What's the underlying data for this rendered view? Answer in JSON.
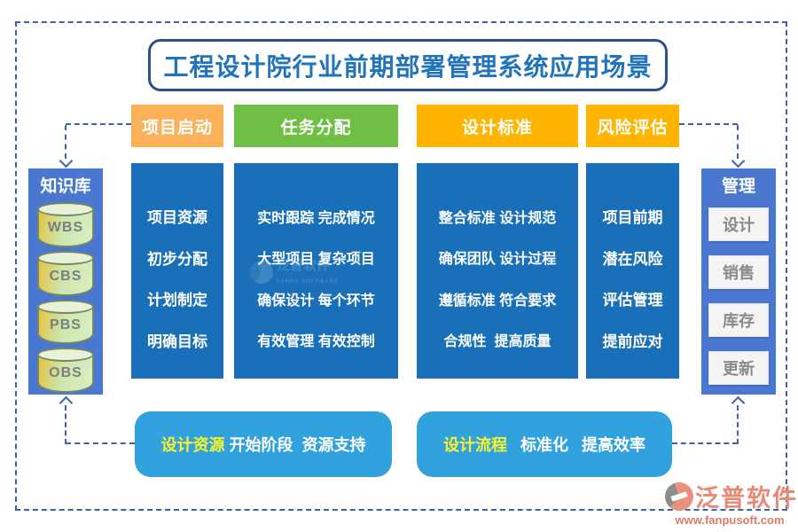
{
  "page": {
    "title": "工程设计院行业前期部署管理系统应用场景"
  },
  "colors": {
    "title_blue": "#2173ba",
    "column_blue": "#1a70b8",
    "sidebar_blue": "#4a77cf",
    "bottom_bar_blue": "#31a2de",
    "stage_orange": "#fbb157",
    "stage_green": "#6fbf44",
    "stage_yellow": "#ffb400",
    "dash_blue": "#3a62ad",
    "highlight_yellow": "#f9f42e",
    "logo_salmon": "#e8917e"
  },
  "stages": [
    {
      "label": "项目启动",
      "items": [
        "项目资源",
        "初步分配",
        "计划制定",
        "明确目标"
      ]
    },
    {
      "label": "任务分配",
      "items": [
        "实时跟踪 完成情况",
        "大型项目 复杂项目",
        "确保设计 每个环节",
        "有效管理 有效控制"
      ]
    },
    {
      "label": "设计标准",
      "items": [
        "整合标准 设计规范",
        "确保团队 设计过程",
        "遵循标准 符合要求",
        "合规性  提高质量"
      ]
    },
    {
      "label": "风险评估",
      "items": [
        "项目前期",
        "潜在风险",
        "评估管理",
        "提前应对"
      ]
    }
  ],
  "knowledge_base": {
    "title": "知识库",
    "databases": [
      "WBS",
      "CBS",
      "PBS",
      "OBS"
    ]
  },
  "management": {
    "title": "管理",
    "buttons": [
      "设计",
      "销售",
      "库存",
      "更新"
    ]
  },
  "bottom_bars": [
    {
      "highlight": "设计资源",
      "rest": " 开始阶段  资源支持"
    },
    {
      "highlight": "设计流程",
      "rest": "   标准化   提高效率"
    }
  ],
  "watermark": {
    "name": "泛普软件",
    "sub": "FANPU SOFTWARE"
  },
  "logo": {
    "name": "泛普软件",
    "url": "www.fanpusoft.com"
  }
}
